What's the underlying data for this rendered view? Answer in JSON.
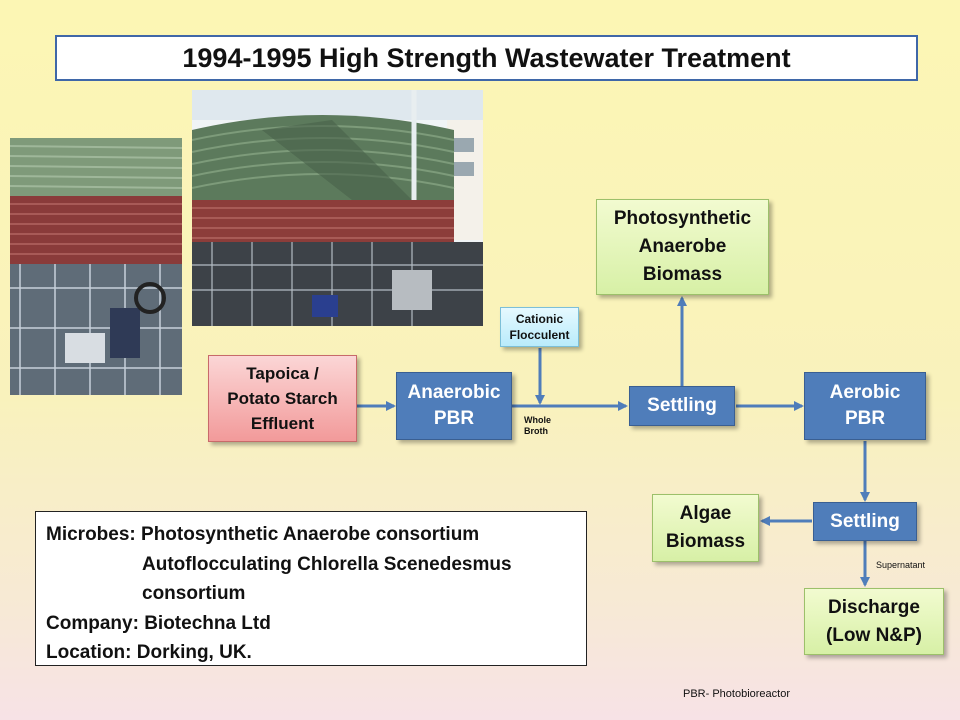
{
  "title": "1994-1995 High Strength Wastewater Treatment",
  "nodes": {
    "tapioca": [
      "Tapoica  /",
      "Potato Starch",
      "Effluent"
    ],
    "anaerobic": [
      "Anaerobic",
      "PBR"
    ],
    "cationic": [
      "Cationic",
      "Flocculent"
    ],
    "settling1": "Settling",
    "photosynthetic": [
      "Photosynthetic",
      "Anaerobe",
      "Biomass"
    ],
    "aerobic": [
      "Aerobic",
      "PBR"
    ],
    "settling2": "Settling",
    "algae": [
      "Algae",
      "Biomass"
    ],
    "discharge": [
      "Discharge",
      "(Low N&P)"
    ]
  },
  "edge_labels": {
    "whole_broth": [
      "Whole",
      "Broth"
    ],
    "supernatant": "Supernatant"
  },
  "info": {
    "microbes_label": "Microbes:",
    "microbes_line1": "Photosynthetic Anaerobe consortium",
    "microbes_line2": "Autoflocculating Chlorella Scenedesmus",
    "microbes_line3": "consortium",
    "company_label": "Company:",
    "company": "Biotechna Ltd",
    "location_label": "Location:",
    "location": "Dorking, UK."
  },
  "footnote": "PBR- Photobioreactor",
  "colors": {
    "blue_box": "#4f7dba",
    "green_box": "#d7f0a6",
    "red_box": "#f29a9a",
    "cyan_box": "#b9ebfb",
    "arrow": "#4f7dba"
  }
}
